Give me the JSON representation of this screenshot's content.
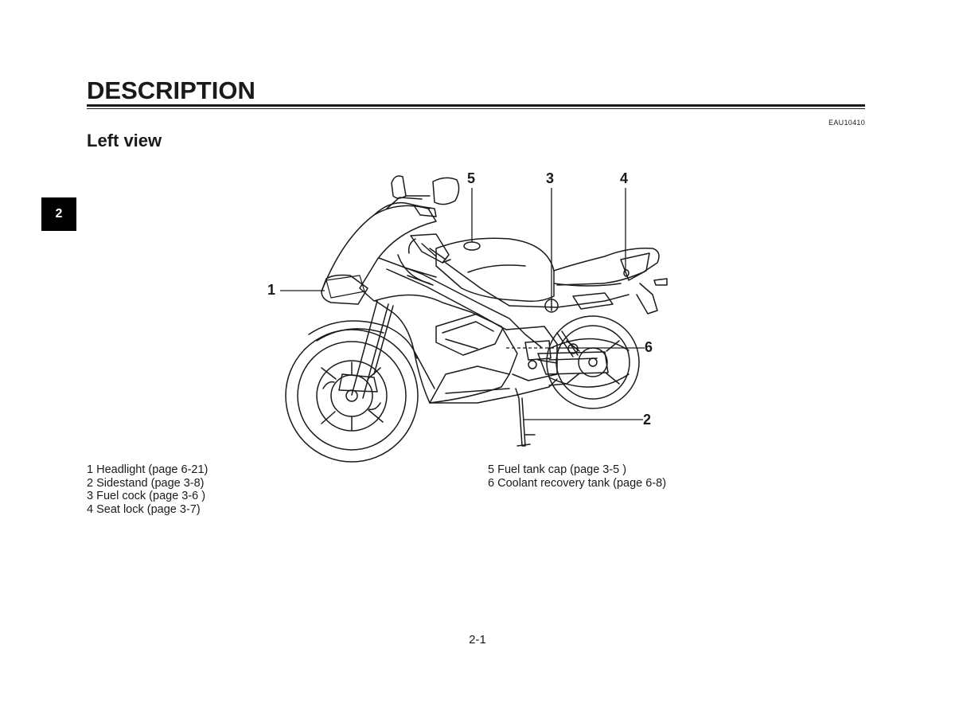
{
  "header": {
    "title": "DESCRIPTION",
    "doc_code": "EAU10410",
    "subtitle": "Left view"
  },
  "chapter_tab": "2",
  "figure": {
    "callouts": [
      "1",
      "2",
      "3",
      "4",
      "5",
      "6"
    ]
  },
  "legend": {
    "left": [
      "1 Headlight (page 6-21)",
      "2 Sidestand (page 3-8)",
      "3 Fuel cock (page 3-6 )",
      "4 Seat lock (page 3-7)"
    ],
    "right": [
      "5 Fuel tank cap (page 3-5 )",
      "6 Coolant recovery tank (page 6-8)"
    ]
  },
  "footer": {
    "page_number": "2-1"
  }
}
